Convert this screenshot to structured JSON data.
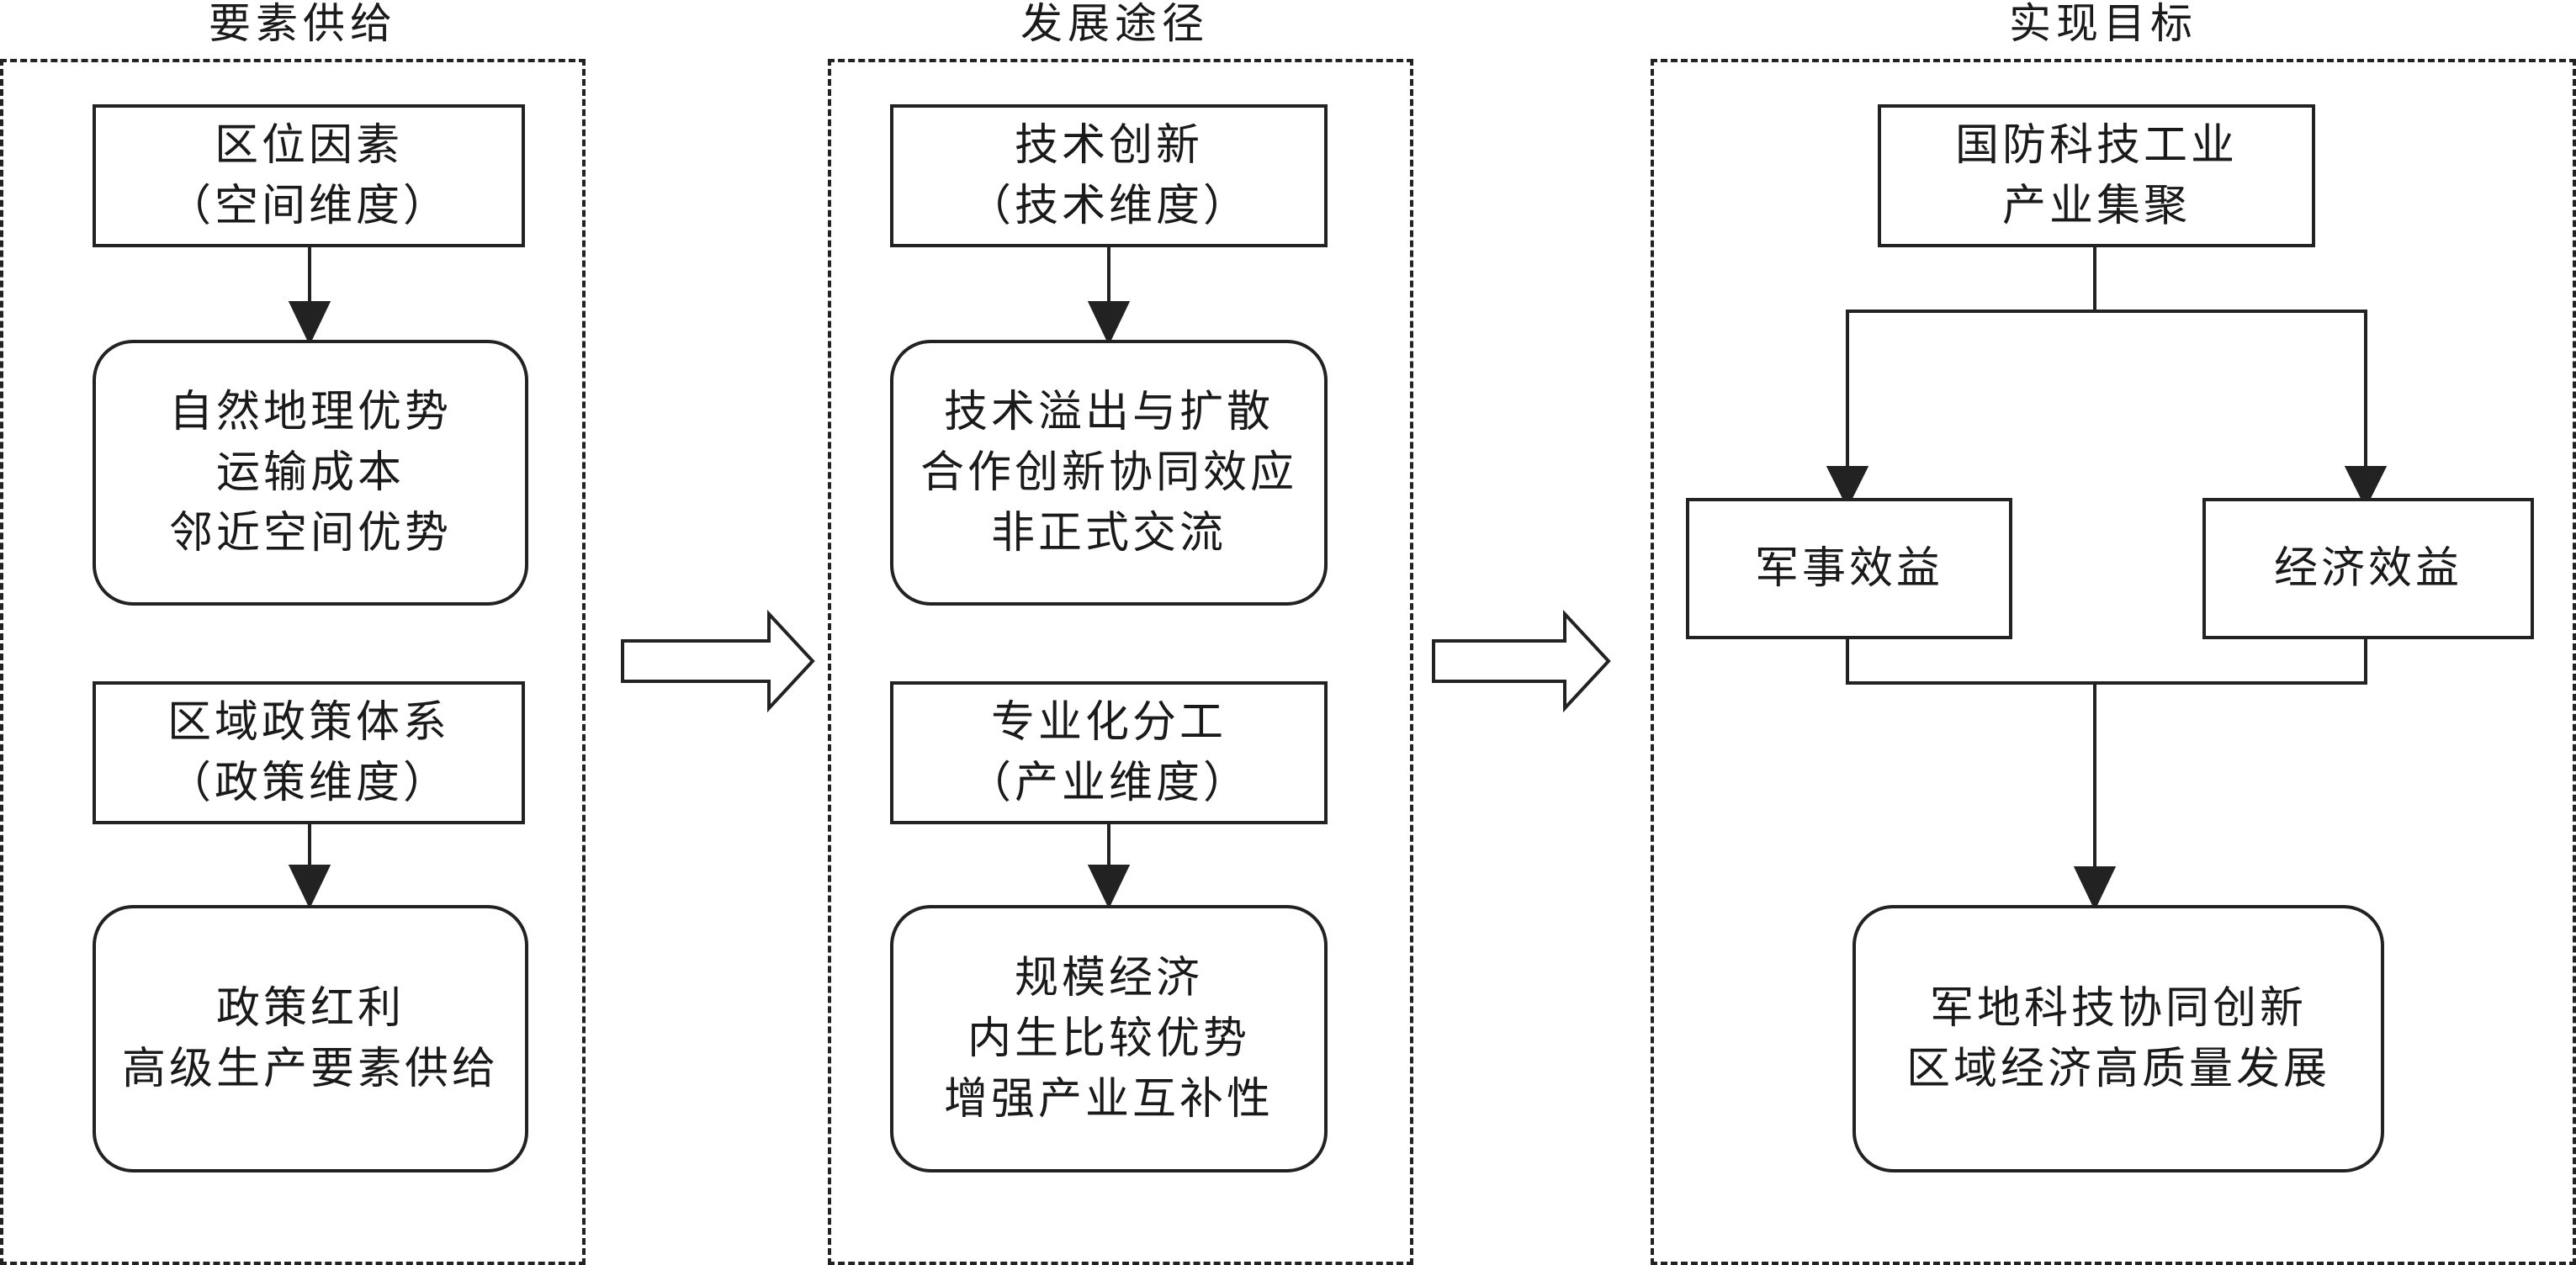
{
  "panels": {
    "supply": {
      "title": "要素供给",
      "location_box": {
        "line1": "区位因素",
        "line2": "（空间维度）"
      },
      "location_detail": {
        "line1": "自然地理优势",
        "line2": "运输成本",
        "line3": "邻近空间优势"
      },
      "policy_box": {
        "line1": "区域政策体系",
        "line2": "（政策维度）"
      },
      "policy_detail": {
        "line1": "政策红利",
        "line2": "高级生产要素供给"
      }
    },
    "path": {
      "title": "发展途径",
      "tech_box": {
        "line1": "技术创新",
        "line2": "（技术维度）"
      },
      "tech_detail": {
        "line1": "技术溢出与扩散",
        "line2": "合作创新协同效应",
        "line3": "非正式交流"
      },
      "specialization_box": {
        "line1": "专业化分工",
        "line2": "（产业维度）"
      },
      "specialization_detail": {
        "line1": "规模经济",
        "line2": "内生比较优势",
        "line3": "增强产业互补性"
      }
    },
    "goal": {
      "title": "实现目标",
      "cluster_box": {
        "line1": "国防科技工业",
        "line2": "产业集聚"
      },
      "military_benefit": "军事效益",
      "economic_benefit": "经济效益",
      "final_box": {
        "line1": "军地科技协同创新",
        "line2": "区域经济高质量发展"
      }
    }
  }
}
